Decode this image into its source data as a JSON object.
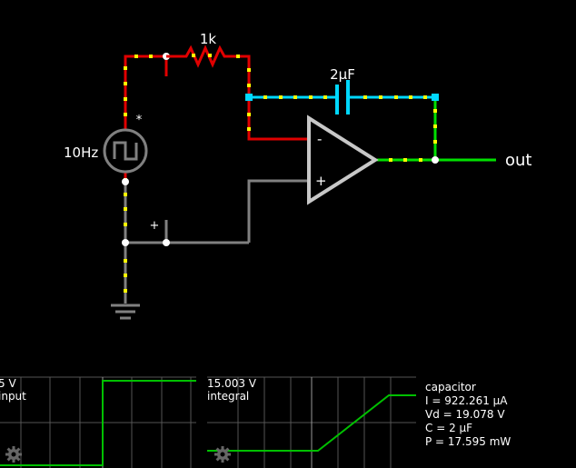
{
  "circuit": {
    "resistor_label": "1k",
    "capacitor_label": "2µF",
    "source_label": "10Hz",
    "source_mark": "*",
    "opamp_minus": "-",
    "opamp_plus": "+",
    "ground_plus": "+",
    "output_label": "out"
  },
  "scopes": [
    {
      "value_label": "5 V",
      "name_label": "input",
      "settings_icon": "gear-icon"
    },
    {
      "value_label": "15.003 V",
      "name_label": "integral",
      "settings_icon": "gear-icon"
    }
  ],
  "info": {
    "title": "capacitor",
    "current": "I = 922.261 µA",
    "voltage": "Vd = 19.078 V",
    "capacitance": "C = 2 µF",
    "power": "P = 17.595 mW"
  },
  "colors": {
    "wire_high": "#e00000",
    "wire_mid": "#00d8ff",
    "wire_out": "#00e000",
    "wire_ground": "#808080",
    "current_dot": "#ffff00",
    "trace": "#00c000",
    "grid": "#555555"
  }
}
